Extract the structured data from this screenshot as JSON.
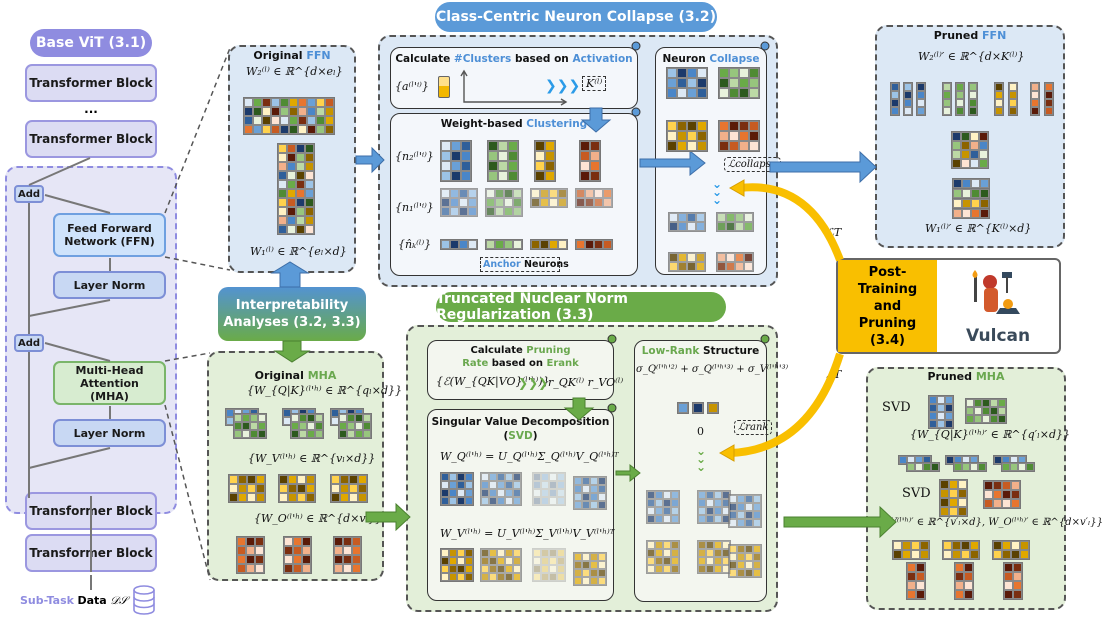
{
  "vit": {
    "title": "Base ViT (3.1)",
    "blocks_top": [
      "Transformer Block",
      "Transformer Block"
    ],
    "ellipsis": "...",
    "add_label": "Add",
    "ffn_label": "Feed Forward Network (FFN)",
    "layer_norm": "Layer Norm",
    "mha_label": "Multi-Head Attention (MHA)",
    "blocks_bottom": [
      "Transformer Block",
      "Transformer Block"
    ],
    "data_prefix": "Sub-Task",
    "data_label": "Data",
    "data_symbol": "𝒟𝒮"
  },
  "interpretability": {
    "label": "Interpretability Analyses (3.2, 3.3)"
  },
  "original_ffn": {
    "title_a": "Original",
    "title_b": "FFN",
    "w2": "W₂⁽ˡ⁾ ∈ ℝ^{d×eₗ}",
    "w1": "W₁⁽ˡ⁾ ∈ ℝ^{eₗ×d}"
  },
  "collapse_section": {
    "title": "Class-Centric Neuron Collapse (3.2)",
    "calc_title_a": "Calculate",
    "calc_title_b": "#Clusters",
    "calc_title_c": "based on",
    "calc_title_d": "Activation",
    "activation_symbol": "{a⁽ˡ'ⁱ⁾}",
    "k_symbol": "K⁽ˡ⁾",
    "clustering_title_a": "Weight-based",
    "clustering_title_b": "Clustering",
    "n2_symbol": "{n₂⁽ˡ'ⁱ⁾}",
    "n1_symbol": "{n₁⁽ˡ'ⁱ⁾}",
    "nk_symbol": "{n̂ₖ⁽ˡ⁾}",
    "anchor_a": "Anchor",
    "anchor_b": "Neurons",
    "collapse_title_a": "Neuron",
    "collapse_title_b": "Collapse",
    "loss_collapse": "ℒcollapse"
  },
  "pruned_ffn": {
    "title_a": "Pruned",
    "title_b": "FFN",
    "w2": "W₂⁽ˡ⁾′ ∈ ℝ^{d×K⁽ˡ⁾}",
    "w1": "W₁⁽ˡ⁾′ ∈ ℝ^{K⁽ˡ⁾×d}"
  },
  "loss_t": "ℒT",
  "post_training": {
    "label": "Post-Training and Pruning (3.4)",
    "logo_text": "Vulcan"
  },
  "original_mha": {
    "title_a": "Original",
    "title_b": "MHA",
    "wqk": "{W_{Q|K}⁽ˡ'ʰ⁾ ∈ ℝ^{qₗ×d}}",
    "wv": "{W_V⁽ˡ'ʰ⁾ ∈ ℝ^{vₗ×d}}",
    "wo": "{W_O⁽ˡ'ʰ⁾ ∈ ℝ^{d×vₗ}}"
  },
  "nuclear_section": {
    "title": "Truncated Nuclear Norm Regularization (3.3)",
    "rate_title_a": "Calculate",
    "rate_title_b": "Pruning",
    "rate_title_c": "Rate",
    "rate_title_d": "based on",
    "rate_title_e": "Erank",
    "erank_formula": "{ℰ(W_{QK|VO}⁽ˡ'ʰ⁾)}",
    "rates": "r_QK⁽ˡ⁾ r_VO⁽ˡ⁾",
    "svd_title_a": "Singular Value Decomposition (",
    "svd_title_b": "SVD",
    "svd_title_c": ")",
    "svd_q": "W_Q⁽ˡ'ʰ⁾ = U_Q⁽ˡ'ʰ⁾Σ_Q⁽ˡ'ʰ⁾V_Q⁽ˡ'ʰ⁾ᵀ",
    "svd_v": "W_V⁽ˡ'ʰ⁾ = U_V⁽ˡ'ʰ⁾Σ_V⁽ˡ'ʰ⁾V_V⁽ˡ'ʰ⁾ᵀ",
    "lowrank_title_a": "Low-Rank",
    "lowrank_title_b": "Structure",
    "sigma_sum": "σ_Q⁽ˡ'ʰ'²⁾ + σ_Q⁽ˡ'ʰ'³⁾ + σ_V⁽ˡ'ʰ'³⁾",
    "zero": "0",
    "loss_rank": "ℒrank"
  },
  "pruned_mha": {
    "title_a": "Pruned",
    "title_b": "MHA",
    "svd": "SVD",
    "wqk": "{W_{Q|K}⁽ˡ'ʰ⁾′ ∈ ℝ^{q′ₗ×d}}",
    "wvo": "{W_V⁽ˡ'ʰ⁾′ ∈ ℝ^{v′ₗ×d}, W_O⁽ˡ'ʰ⁾′ ∈ ℝ^{d×v′ₗ}}"
  },
  "colors": {
    "vit": "#8f8ce0",
    "ffn_blue": "#4d8fd6",
    "mha_green": "#6aa84f",
    "post_yellow": "#f9bf00",
    "ffn_panel": "#dce8f5",
    "mha_panel": "#e3efd9"
  }
}
